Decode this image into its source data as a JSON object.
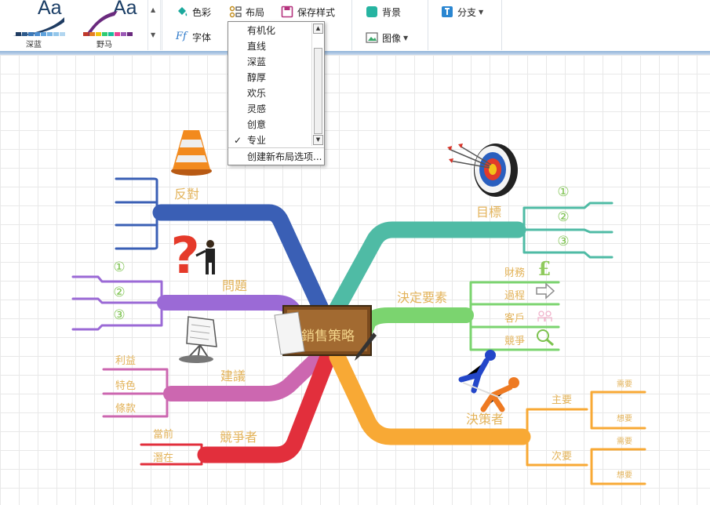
{
  "ribbon": {
    "styles": [
      {
        "sample": "Aa",
        "label": "深蓝"
      },
      {
        "sample": "Aa",
        "label": "野马"
      }
    ],
    "color_label": "色彩",
    "font_label": "字体",
    "layout_label": "布局",
    "save_style_label": "保存样式",
    "background_label": "背景",
    "image_label": "图像",
    "branch_label": "分支"
  },
  "layout_menu": {
    "items": [
      "有机化",
      "直线",
      "深蓝",
      "醇厚",
      "欢乐",
      "灵感",
      "创意",
      "专业"
    ],
    "selected": "专业",
    "create_label": "创建新布局选项..."
  },
  "mindmap": {
    "center": "銷售策略",
    "branches": {
      "oppose": {
        "label": "反對",
        "color": "#3a5fb5"
      },
      "issue": {
        "label": "問題",
        "color": "#9b6ad6",
        "subs": [
          "①",
          "②",
          "③"
        ]
      },
      "suggest": {
        "label": "建議",
        "color": "#cc67b0",
        "subs": [
          "利益",
          "特色",
          "條款"
        ]
      },
      "competitor": {
        "label": "競爭者",
        "color": "#e22f3c",
        "subs": [
          "當前",
          "潛在"
        ]
      },
      "goal": {
        "label": "目標",
        "color": "#4fbba5",
        "subs": [
          "①",
          "②",
          "③"
        ]
      },
      "factors": {
        "label": "決定要素",
        "color": "#7bd46f",
        "subs": [
          "財務",
          "過程",
          "客戶",
          "競爭"
        ]
      },
      "decider": {
        "label": "決策者",
        "color": "#f8a935",
        "subs": [
          {
            "label": "主要",
            "subs": [
              "需要",
              "想要"
            ]
          },
          {
            "label": "次要",
            "subs": [
              "需要",
              "想要"
            ]
          }
        ]
      }
    }
  }
}
